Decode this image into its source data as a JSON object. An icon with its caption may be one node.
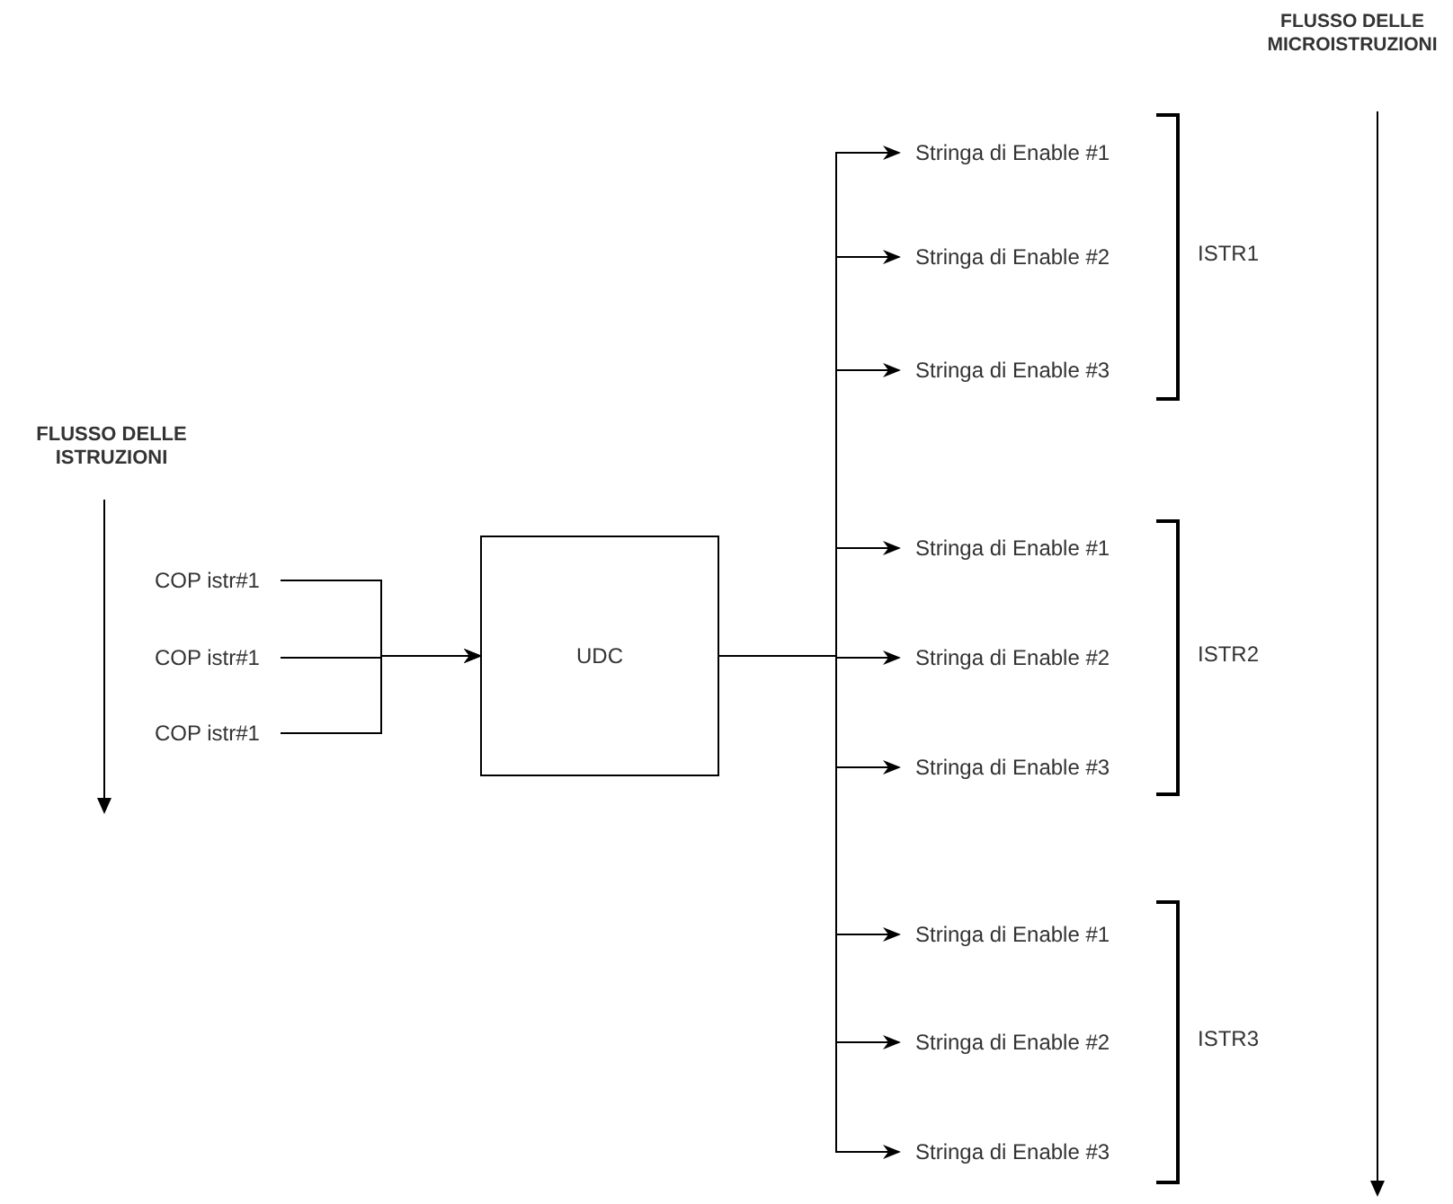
{
  "diagram": {
    "nodes": [
      {
        "text": [
          "COP istr#1"
        ]
      },
      {
        "text": [
          "COP istr#1"
        ]
      },
      {
        "text": [
          "COP istr#1"
        ]
      },
      {
        "text": [
          "UDC"
        ]
      },
      {
        "text": [
          "Stringa di Enable #1"
        ]
      },
      {
        "text": [
          "Stringa di Enable #2"
        ]
      },
      {
        "text": [
          "Stringa di Enable #3"
        ]
      },
      {
        "text": [
          "Stringa di Enable #1"
        ]
      },
      {
        "text": [
          "Stringa di Enable #2"
        ]
      },
      {
        "text": [
          "Stringa di Enable #3"
        ]
      },
      {
        "text": [
          "Stringa di Enable #1"
        ]
      },
      {
        "text": [
          "Stringa di Enable #2"
        ]
      },
      {
        "text": [
          "Stringa di Enable #3"
        ]
      }
    ],
    "edges": [
      {
        "from": 0,
        "to": 3,
        "arrow": "to"
      },
      {
        "from": 1,
        "to": 3,
        "arrow": "to"
      },
      {
        "from": 2,
        "to": 3,
        "arrow": "to"
      },
      {
        "from": 3,
        "to": 4,
        "arrow": "to"
      },
      {
        "from": 3,
        "to": 5,
        "arrow": "to"
      },
      {
        "from": 3,
        "to": 6,
        "arrow": "to"
      },
      {
        "from": 3,
        "to": 7,
        "arrow": "to"
      },
      {
        "from": 3,
        "to": 8,
        "arrow": "to"
      },
      {
        "from": 3,
        "to": 9,
        "arrow": "to"
      },
      {
        "from": 3,
        "to": 10,
        "arrow": "to"
      },
      {
        "from": 3,
        "to": 11,
        "arrow": "to"
      },
      {
        "from": 3,
        "to": 12,
        "arrow": "to"
      }
    ],
    "labels": [
      "FLUSSO DELLE MICROISTRUZIONI",
      "ISTR1",
      "FLUSSO DELLE ISTRUZIONI",
      "ISTR2",
      "ISTR3"
    ]
  }
}
